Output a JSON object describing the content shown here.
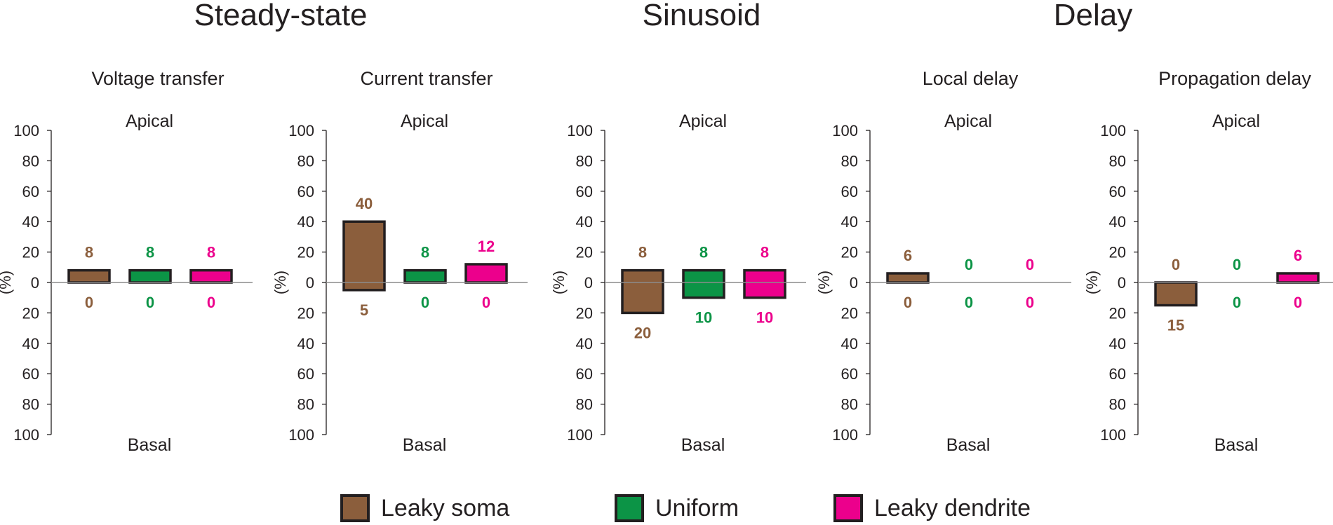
{
  "section_titles": [
    {
      "text": "Steady-state"
    },
    {
      "text": "Sinusoid"
    },
    {
      "text": "Delay"
    }
  ],
  "legend": [
    {
      "label": "Leaky soma",
      "color": "#8b5e3c"
    },
    {
      "label": "Uniform",
      "color": "#0c9446"
    },
    {
      "label": "Leaky dendrite",
      "color": "#ec008c"
    }
  ],
  "colors": {
    "axis": "#231f20",
    "baseline": "#8c8c8c",
    "bar_border": "#231f20"
  },
  "chart_data": [
    {
      "type": "bar",
      "title": "Voltage transfer",
      "ylabel": "(%)",
      "top_label": "Apical",
      "bottom_label": "Basal",
      "categories": [
        "Leaky soma",
        "Uniform",
        "Leaky dendrite"
      ],
      "yticks": [
        "100",
        "80",
        "60",
        "40",
        "20",
        "0",
        "20",
        "40",
        "60",
        "80",
        "100"
      ],
      "ylim": [
        -100,
        100
      ],
      "series": [
        {
          "name": "Leaky soma",
          "apical": 8,
          "basal": 0
        },
        {
          "name": "Uniform",
          "apical": 8,
          "basal": 0
        },
        {
          "name": "Leaky dendrite",
          "apical": 8,
          "basal": 0
        }
      ]
    },
    {
      "type": "bar",
      "title": "Current transfer",
      "ylabel": "(%)",
      "top_label": "Apical",
      "bottom_label": "Basal",
      "categories": [
        "Leaky soma",
        "Uniform",
        "Leaky dendrite"
      ],
      "yticks": [
        "100",
        "80",
        "60",
        "40",
        "20",
        "0",
        "20",
        "40",
        "60",
        "80",
        "100"
      ],
      "ylim": [
        -100,
        100
      ],
      "series": [
        {
          "name": "Leaky soma",
          "apical": 40,
          "basal": 5
        },
        {
          "name": "Uniform",
          "apical": 8,
          "basal": 0
        },
        {
          "name": "Leaky dendrite",
          "apical": 12,
          "basal": 0
        }
      ]
    },
    {
      "type": "bar",
      "title": "",
      "ylabel": "(%)",
      "top_label": "Apical",
      "bottom_label": "Basal",
      "categories": [
        "Leaky soma",
        "Uniform",
        "Leaky dendrite"
      ],
      "yticks": [
        "100",
        "80",
        "60",
        "40",
        "20",
        "0",
        "20",
        "40",
        "60",
        "80",
        "100"
      ],
      "ylim": [
        -100,
        100
      ],
      "series": [
        {
          "name": "Leaky soma",
          "apical": 8,
          "basal": 20
        },
        {
          "name": "Uniform",
          "apical": 8,
          "basal": 10
        },
        {
          "name": "Leaky dendrite",
          "apical": 8,
          "basal": 10
        }
      ]
    },
    {
      "type": "bar",
      "title": "Local delay",
      "ylabel": "(%)",
      "top_label": "Apical",
      "bottom_label": "Basal",
      "categories": [
        "Leaky soma",
        "Uniform",
        "Leaky dendrite"
      ],
      "yticks": [
        "100",
        "80",
        "60",
        "40",
        "20",
        "0",
        "20",
        "40",
        "60",
        "80",
        "100"
      ],
      "ylim": [
        -100,
        100
      ],
      "series": [
        {
          "name": "Leaky soma",
          "apical": 6,
          "basal": 0
        },
        {
          "name": "Uniform",
          "apical": 0,
          "basal": 0
        },
        {
          "name": "Leaky dendrite",
          "apical": 0,
          "basal": 0
        }
      ]
    },
    {
      "type": "bar",
      "title": "Propagation delay",
      "ylabel": "(%)",
      "top_label": "Apical",
      "bottom_label": "Basal",
      "categories": [
        "Leaky soma",
        "Uniform",
        "Leaky dendrite"
      ],
      "yticks": [
        "100",
        "80",
        "60",
        "40",
        "20",
        "0",
        "20",
        "40",
        "60",
        "80",
        "100"
      ],
      "ylim": [
        -100,
        100
      ],
      "series": [
        {
          "name": "Leaky soma",
          "apical": 0,
          "basal": 15
        },
        {
          "name": "Uniform",
          "apical": 0,
          "basal": 0
        },
        {
          "name": "Leaky dendrite",
          "apical": 6,
          "basal": 0
        }
      ]
    }
  ]
}
